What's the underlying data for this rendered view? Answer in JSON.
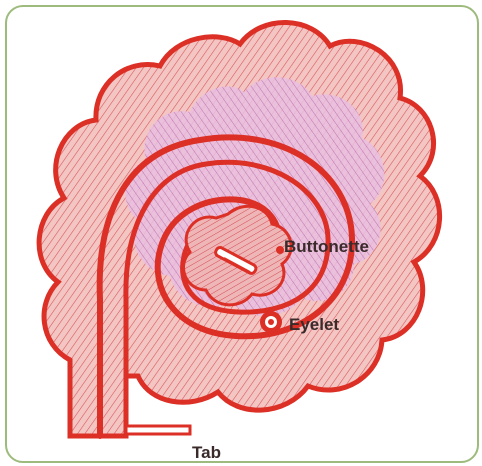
{
  "labels": {
    "buttonette": "Buttonette",
    "eyelet": "Eyelet",
    "tab": "Tab"
  },
  "colors": {
    "frame_border": "#9dbb7c",
    "outline_red": "#dc2f25",
    "fill_pink": "#e79aa0",
    "fill_lilac": "#c7a2d6",
    "label_text": "#3a2a2a"
  }
}
